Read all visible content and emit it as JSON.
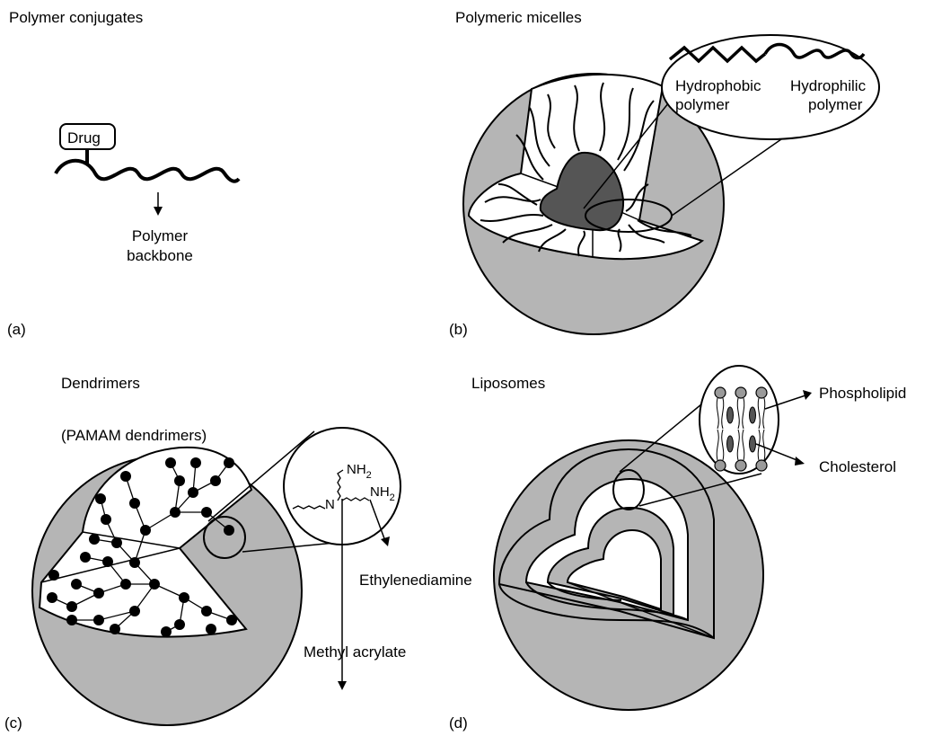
{
  "panels": {
    "a": {
      "title": "Polymer conjugates",
      "drug_label": "Drug",
      "backbone_label_1": "Polymer",
      "backbone_label_2": "backbone",
      "letter": "(a)"
    },
    "b": {
      "title": "Polymeric micelles",
      "hydrophobic_1": "Hydrophobic",
      "hydrophobic_2": "polymer",
      "hydrophilic_1": "Hydrophilic",
      "hydrophilic_2": "polymer",
      "letter": "(b)"
    },
    "c": {
      "title": "Dendrimers",
      "subtitle": "(PAMAM dendrimers)",
      "nh": "NH",
      "nh_sub": "2",
      "n": "N",
      "ethylenediamine": "Ethylenediamine",
      "methyl_acrylate": "Methyl acrylate",
      "letter": "(c)"
    },
    "d": {
      "title": "Liposomes",
      "phospholipid": "Phospholipid",
      "cholesterol": "Cholesterol",
      "letter": "(d)"
    }
  },
  "colors": {
    "shell_gray": "#b5b5b5",
    "core_dark": "#555555",
    "lipid_head": "#9a9a9a"
  }
}
